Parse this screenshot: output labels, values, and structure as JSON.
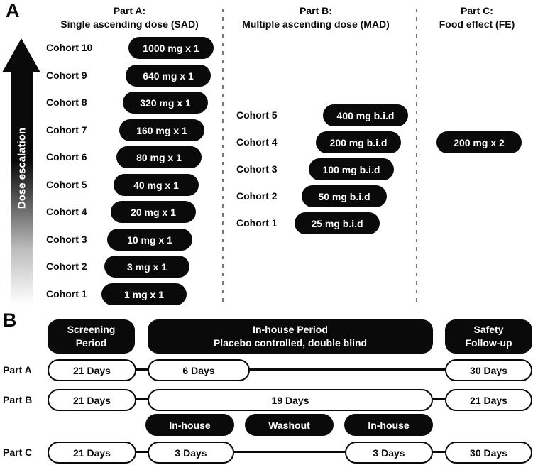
{
  "colors": {
    "ink": "#0a0a0a",
    "paper": "#ffffff",
    "divider_gray": "#767676"
  },
  "panel_a": {
    "label": "A",
    "arrow_label": "Dose escalation",
    "part_a": {
      "title": [
        "Part A:",
        "Single ascending dose (SAD)"
      ],
      "cohorts": [
        {
          "label": "Cohort 10",
          "dose": "1000 mg x 1"
        },
        {
          "label": "Cohort 9",
          "dose": "640 mg x 1"
        },
        {
          "label": "Cohort 8",
          "dose": "320 mg x 1"
        },
        {
          "label": "Cohort 7",
          "dose": "160 mg x 1"
        },
        {
          "label": "Cohort 6",
          "dose": "80 mg x 1"
        },
        {
          "label": "Cohort 5",
          "dose": "40 mg x 1"
        },
        {
          "label": "Cohort 4",
          "dose": "20 mg x 1"
        },
        {
          "label": "Cohort 3",
          "dose": "10 mg x 1"
        },
        {
          "label": "Cohort 2",
          "dose": "3 mg x 1"
        },
        {
          "label": "Cohort 1",
          "dose": "1 mg x 1"
        }
      ]
    },
    "part_b": {
      "title": [
        "Part B:",
        "Multiple ascending dose (MAD)"
      ],
      "cohorts": [
        {
          "label": "Cohort 5",
          "dose": "400 mg b.i.d"
        },
        {
          "label": "Cohort 4",
          "dose": "200 mg b.i.d"
        },
        {
          "label": "Cohort 3",
          "dose": "100 mg b.i.d"
        },
        {
          "label": "Cohort 2",
          "dose": "50 mg b.i.d"
        },
        {
          "label": "Cohort 1",
          "dose": "25 mg b.i.d"
        }
      ]
    },
    "part_c": {
      "title": [
        "Part C:",
        "Food effect (FE)"
      ],
      "dose": "200 mg x 2"
    }
  },
  "panel_b": {
    "label": "B",
    "headers": {
      "screening": [
        "Screening",
        "Period"
      ],
      "inhouse": [
        "In-house Period",
        "Placebo controlled, double blind"
      ],
      "safety": [
        "Safety",
        "Follow-up"
      ]
    },
    "rows": {
      "part_a": {
        "label": "Part A",
        "segments": [
          "21 Days",
          "6 Days",
          "30 Days"
        ]
      },
      "part_b": {
        "label": "Part B",
        "segments": [
          "21 Days",
          "19 Days",
          "21 Days"
        ]
      },
      "inhouse_phases": [
        "In-house",
        "Washout",
        "In-house"
      ],
      "part_c": {
        "label": "Part C",
        "segments": [
          "21 Days",
          "3 Days",
          "3 Days",
          "30 Days"
        ]
      }
    }
  }
}
